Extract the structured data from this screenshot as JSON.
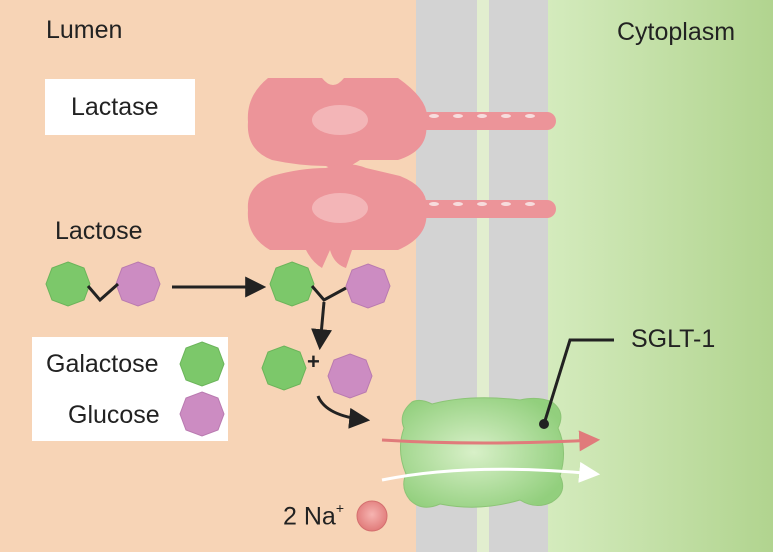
{
  "regions": {
    "lumen": "Lumen",
    "cytoplasm": "Cytoplasm"
  },
  "enzyme": {
    "name": "Lactase"
  },
  "substrate": {
    "name": "Lactose"
  },
  "legend": {
    "galactose": "Galactose",
    "glucose": "Glucose"
  },
  "transporter": {
    "name": "SGLT-1"
  },
  "ion": {
    "label": "2 Na",
    "charge": "+"
  },
  "plus_sign": "+",
  "colors": {
    "lumen": "#f7d4b6",
    "cytoplasm": "#c5e0a7",
    "membrane": "#d3d3d3",
    "enzyme": "#ec9499",
    "galactose": "#7cc86a",
    "glucose": "#cc8cc2",
    "transporter": "#9ed488",
    "sodium": "#e78a88"
  }
}
